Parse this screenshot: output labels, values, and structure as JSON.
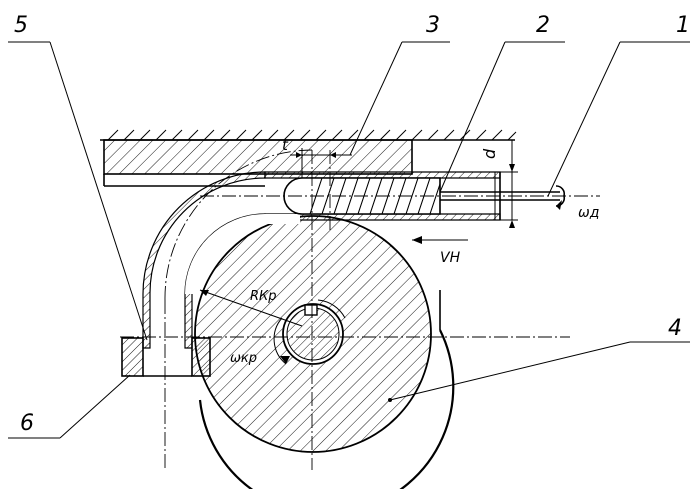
{
  "callouts": [
    "1",
    "2",
    "3",
    "4",
    "5",
    "6"
  ],
  "dimensions": {
    "pitch": "t",
    "diameter": "d",
    "feed_speed": "VН",
    "bend_radius": "RКр",
    "mandrel_speed": "ωд",
    "roll_speed": "ωкр"
  }
}
